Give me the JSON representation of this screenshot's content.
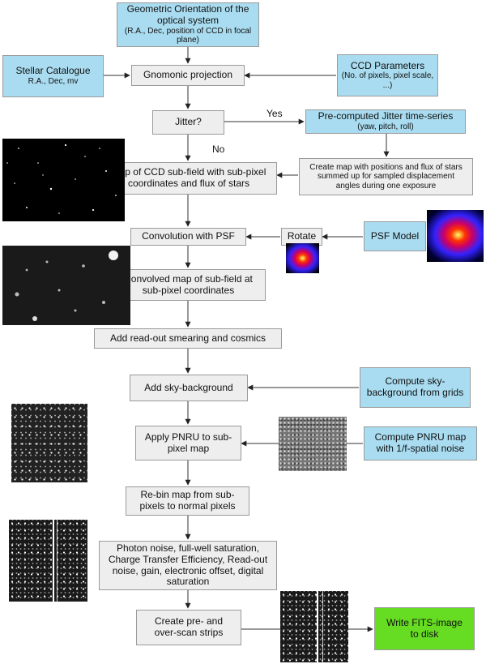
{
  "geometric": {
    "title": "Geometric Orientation of the optical system",
    "subtitle": "(R.A., Dec, position of CCD in focal plane)"
  },
  "stellar": {
    "title": "Stellar Catalogue",
    "subtitle": "R.A., Dec, mv"
  },
  "gnomonic": "Gnomonic projection",
  "ccd_params": {
    "title": "CCD Parameters",
    "subtitle": "(No. of pixels, pixel scale, ...)"
  },
  "jitter": "Jitter?",
  "yes": "Yes",
  "no": "No",
  "jitter_series": {
    "title": "Pre-computed Jitter time-series",
    "subtitle": "(yaw, pitch, roll)"
  },
  "create_map": "Create map with positions and flux of stars summed up for sampled displacement angles during one exposure",
  "map_ccd": "Map of CCD sub-field with sub-pixel coordinates and flux of stars",
  "convolution": "Convolution with PSF",
  "rotate": "Rotate",
  "psf_model": "PSF Model",
  "convolved": "Convolved map of sub-field at sub-pixel coordinates",
  "readout": "Add read-out smearing and cosmics",
  "sky": "Add sky-background",
  "compute_sky": "Compute sky-background from grids",
  "pnru": "Apply PNRU to sub-pixel map",
  "compute_pnru": "Compute PNRU map with 1/f-spatial noise",
  "rebin": "Re-bin map from sub-pixels to normal pixels",
  "photon": "Photon noise, full-well saturation, Charge Transfer Efficiency, Read-out noise, gain, electronic offset, digital saturation",
  "overscan": "Create pre- and over-scan strips",
  "fits": "Write FITS-image to disk",
  "colors": {
    "process_fill": "#eeeeee",
    "input_fill": "#a9dcf0",
    "output_fill": "#66dd22",
    "arrow": "#222222"
  }
}
